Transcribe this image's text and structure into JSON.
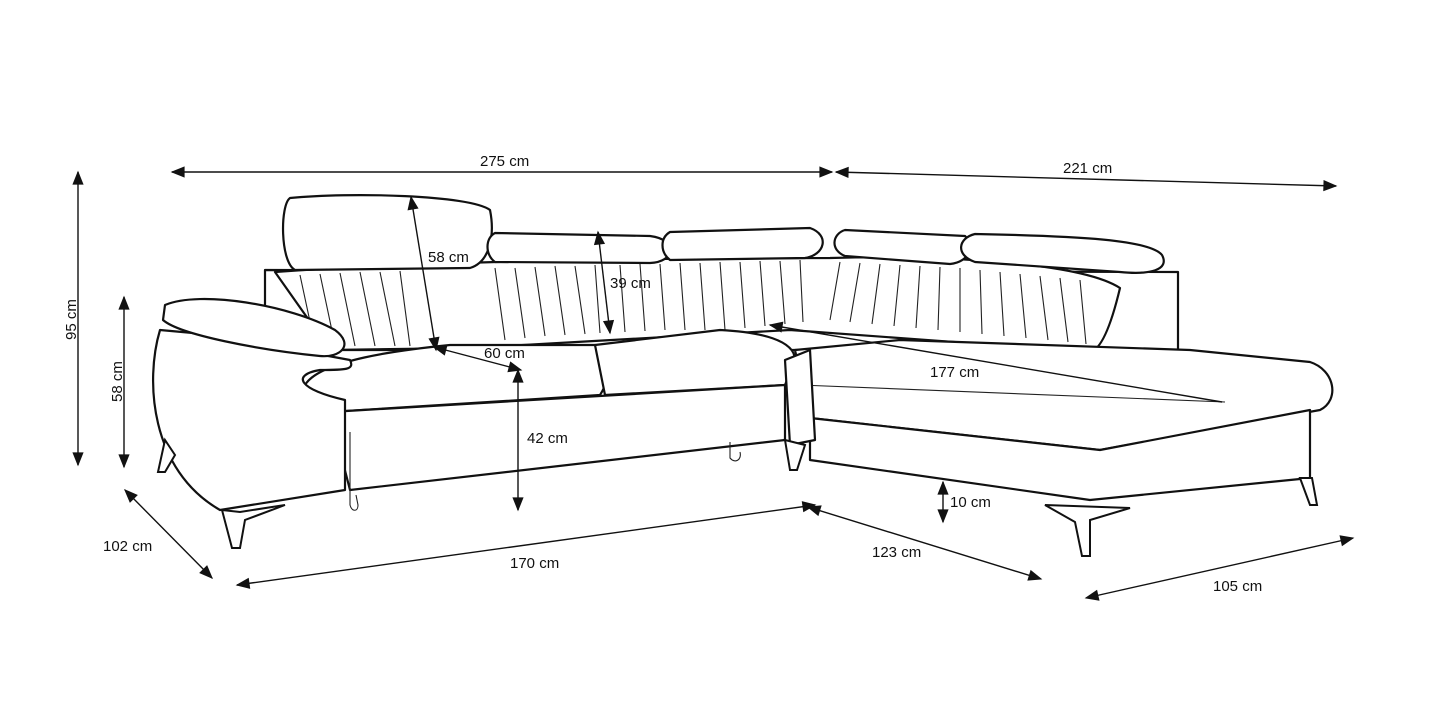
{
  "title": "Corner sofa dimensions",
  "dimensions": {
    "total_width": "275 cm",
    "corner_width": "221 cm",
    "total_height": "95 cm",
    "armrest_height": "58 cm",
    "headrest_extension": "58 cm",
    "backrest_height": "39 cm",
    "seat_depth": "60 cm",
    "seat_height": "42 cm",
    "chaise_length": "177 cm",
    "leg_height": "10 cm",
    "depth": "102 cm",
    "front_width": "170 cm",
    "chaise_side": "123 cm",
    "chaise_width": "105 cm"
  },
  "colors": {
    "line": "#111111",
    "background": "#ffffff"
  }
}
